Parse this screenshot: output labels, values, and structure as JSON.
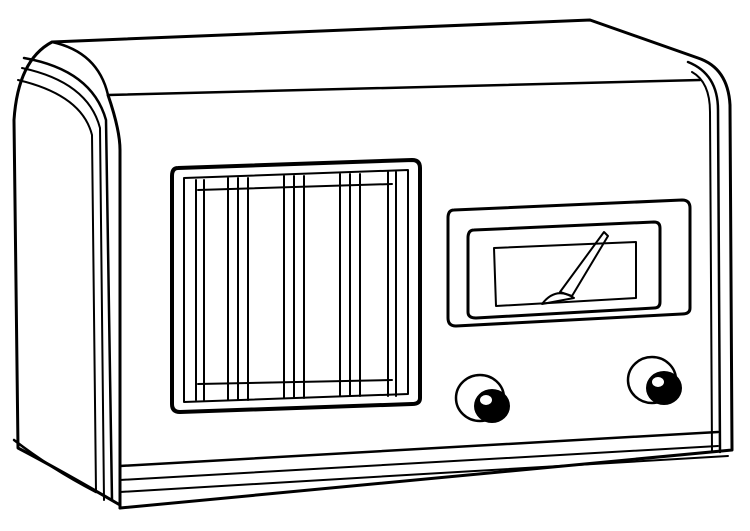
{
  "illustration": {
    "subject": "vintage-tabletop-radio",
    "style": "black line art on white",
    "colors": {
      "ink": "#000000",
      "paper": "#ffffff"
    },
    "parts": {
      "speaker_grille": {
        "vertical_bars": 4
      },
      "tuning_dial": {
        "needle": true
      },
      "knobs": [
        "left-knob",
        "right-knob"
      ]
    }
  }
}
